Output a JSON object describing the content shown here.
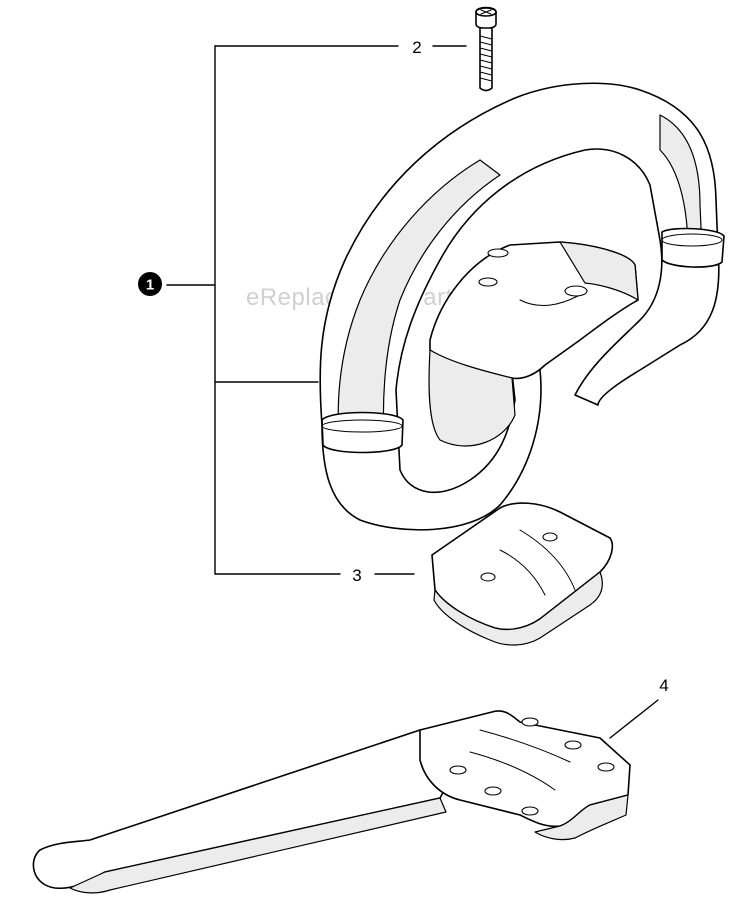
{
  "diagram": {
    "watermark": "eReplacementParts.com",
    "callouts": [
      {
        "id": "1",
        "label": "1",
        "style": "filled-circle"
      },
      {
        "id": "2",
        "label": "2",
        "style": "plain"
      },
      {
        "id": "3",
        "label": "3",
        "style": "plain"
      },
      {
        "id": "4",
        "label": "4",
        "style": "plain"
      }
    ],
    "parts": [
      {
        "ref": "1",
        "name": "handle-assembly"
      },
      {
        "ref": "2",
        "name": "screw"
      },
      {
        "ref": "3",
        "name": "handle-clamp-block"
      },
      {
        "ref": "4",
        "name": "handle-bracket-lever"
      }
    ]
  }
}
